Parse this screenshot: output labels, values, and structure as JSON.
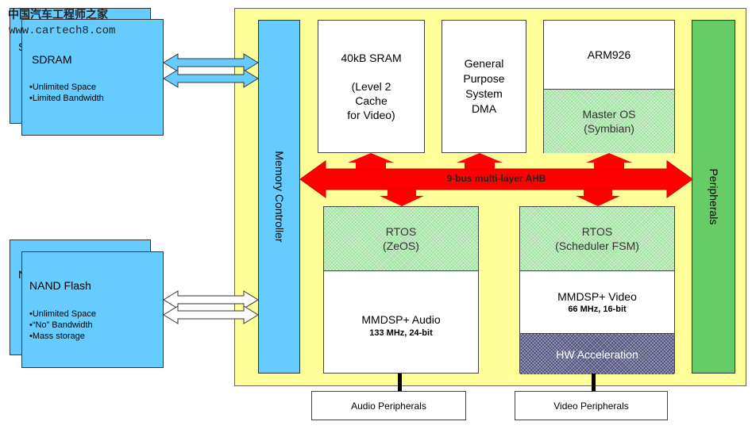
{
  "watermark": {
    "chinese": "中国汽车工程师之家",
    "url": "www.cartech8.com"
  },
  "memory": {
    "sdram": {
      "title": "SDRAM",
      "back_letter": "S",
      "bullets": [
        "Unlimited Space",
        "Limited Bandwidth"
      ]
    },
    "nand": {
      "title": "NAND Flash",
      "back_letter": "N",
      "bullets": [
        "Unlimited Space",
        "“No” Bandwidth",
        "Mass storage"
      ]
    }
  },
  "chip": {
    "memory_controller": "Memory Controller",
    "peripherals": "Peripherals",
    "sram": "40kB SRAM\n\n(Level 2\nCache\nfor Video)",
    "dma": "General\nPurpose\nSystem\nDMA",
    "arm": {
      "title": "ARM926",
      "os": "Master OS\n(Symbian)"
    },
    "bus": "9-bus multi-layer AHB",
    "audio": {
      "os": "RTOS\n(ZeOS)",
      "title": "MMDSP+ Audio",
      "spec": "133 MHz, 24-bit"
    },
    "video": {
      "os": "RTOS\n(Scheduler FSM)",
      "title": "MMDSP+ Video",
      "spec": "66 MHz, 16-bit",
      "accel": "HW Acceleration"
    }
  },
  "external": {
    "audio_peripherals": "Audio Peripherals",
    "video_peripherals": "Video Peripherals"
  },
  "colors": {
    "chip_bg": "#ffff99",
    "memory_blue": "#66ccff",
    "peripheral_green": "#66cc66",
    "bus_red": "#ff0000",
    "hatch_green": "#99e099",
    "hatch_dark": "#4a4a7a"
  }
}
